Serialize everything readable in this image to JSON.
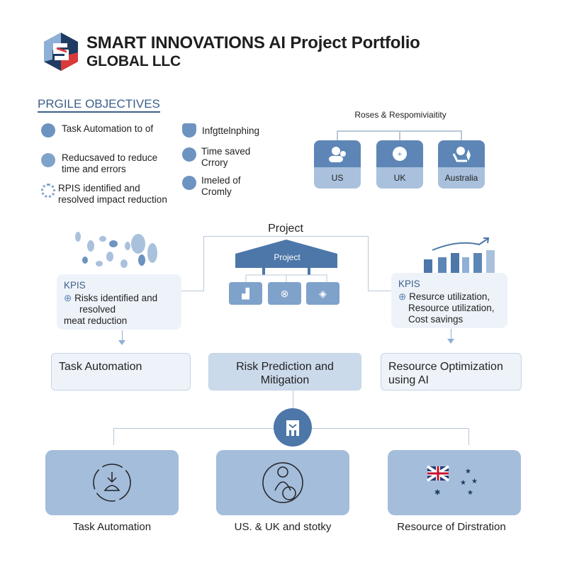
{
  "header": {
    "title_line1": "SMART INNOVATIONS AI Project Portfolio",
    "title_line2": "GLOBAL LLC",
    "logo_letter": "S"
  },
  "objectives": {
    "heading": "PRGILE OBJECTIVES",
    "left": [
      {
        "icon": "camera-user-icon",
        "text": "Task Automation to of"
      },
      {
        "icon": "gear-icon",
        "text": "Reducsaved to reduce time and errors"
      },
      {
        "icon": "spinner-gear-icon",
        "text": "RPIS identified and resolved impact reduction"
      }
    ],
    "right": [
      {
        "icon": "shield-check-icon",
        "text": "Infgttelnphing"
      },
      {
        "icon": "location-pin-icon",
        "text": "Time saved Crrory"
      },
      {
        "icon": "user-icon",
        "text": "Imeled of Cromly"
      }
    ]
  },
  "roles": {
    "title": "Roses & Respomiviaitity",
    "items": [
      {
        "label": "US",
        "icon": "users-icon"
      },
      {
        "label": "UK",
        "icon": "lightbulb-icon"
      },
      {
        "label": "Australia",
        "icon": "person-laptop-icon"
      }
    ]
  },
  "project": {
    "label": "Project",
    "roof_label": "Project",
    "sub_icons": [
      "chart-icon",
      "steering-wheel-icon",
      "gem-icon"
    ]
  },
  "kpi_left": {
    "heading": "KPIS",
    "lines": [
      "Risks identified and",
      "resolved",
      "meat reduction"
    ]
  },
  "kpi_right": {
    "heading": "KPIS",
    "lines": [
      "Resurce utilization,",
      "Resource utilization,",
      "Cost savings"
    ]
  },
  "middle": [
    "Task Automation",
    "Risk Prediction and Mitigation",
    "Resource Optimization using AI"
  ],
  "bottom": [
    {
      "label": "Task Automation",
      "icon": "robot-arm-cycle-icon"
    },
    {
      "label": "US. & UK and stotky",
      "icon": "people-group-icon"
    },
    {
      "label": "Resource of Dirstration",
      "icon": "australia-flag-icon"
    }
  ],
  "colors": {
    "primary": "#3d5f8a",
    "box": "#a3bddb",
    "dark_box": "#5d86b6",
    "logo_red": "#d93a3a",
    "logo_navy": "#1f3b63"
  }
}
